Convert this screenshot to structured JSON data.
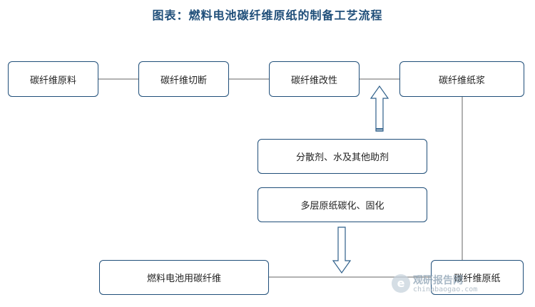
{
  "title": "图表：燃料电池碳纤维原纸的制备工艺流程",
  "nodes": {
    "raw_material": "碳纤维原料",
    "cutting": "碳纤维切断",
    "modification": "碳纤维改性",
    "paper_pulp": "碳纤维纸浆",
    "additives": "分散剂、水及其他助剂",
    "carbonize_cure": "多层原纸碳化、固化",
    "fuel_cell_fiber": "燃料电池用碳纤维",
    "base_paper": "碳纤维原纸"
  },
  "watermark": {
    "logo_char": "e",
    "name": "观研报告网",
    "site": "chinabaogao.com"
  },
  "colors": {
    "title": "#1f4e79",
    "box_border": "#1f4e79",
    "connector": "#999999",
    "arrow_stroke": "#2e5f8a"
  }
}
